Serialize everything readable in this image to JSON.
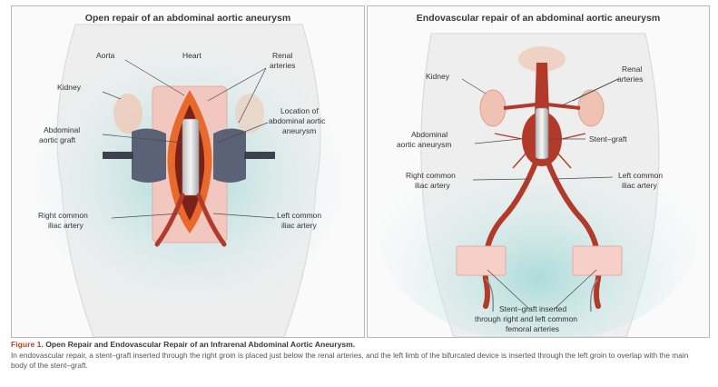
{
  "left_panel": {
    "title": "Open repair of an abdominal aortic aneurysm",
    "labels": {
      "heart": "Heart",
      "aorta": "Aorta",
      "renal_arteries_l1": "Renal",
      "renal_arteries_l2": "arteries",
      "kidney": "Kidney",
      "location_l1": "Location of",
      "location_l2": "abdominal aortic",
      "location_l3": "aneurysm",
      "graft_l1": "Abdominal",
      "graft_l2": "aortic graft",
      "right_iliac_l1": "Right common",
      "right_iliac_l2": "iliac artery",
      "left_iliac_l1": "Left common",
      "left_iliac_l2": "iliac artery"
    }
  },
  "right_panel": {
    "title": "Endovascular repair of an abdominal aortic aneurysm",
    "labels": {
      "kidney": "Kidney",
      "renal_arteries_l1": "Renal",
      "renal_arteries_l2": "arteries",
      "aneurysm_l1": "Abdominal",
      "aneurysm_l2": "aortic aneurysm",
      "stent_graft": "Stent–graft",
      "right_iliac_l1": "Right common",
      "right_iliac_l2": "iliac artery",
      "left_iliac_l1": "Left common",
      "left_iliac_l2": "iliac artery",
      "inserted_l1": "Stent–graft inserted",
      "inserted_l2": "through right and left common",
      "inserted_l3": "femoral arteries"
    }
  },
  "caption": {
    "figure_label": "Figure 1.",
    "title": "Open Repair and Endovascular Repair of an Infrarenal Abdominal Aortic Aneurysm.",
    "body": "In endovascular repair, a stent–graft inserted through the right groin is placed just below the renal arteries, and the left limb of the bifurcated device is inserted through the left groin to overlap with the main body of the stent–graft."
  },
  "colors": {
    "artery": "#b23a2a",
    "incision_orange": "#e9692c",
    "body_wash": "#b7dfe0",
    "skin": "#f2c7bf",
    "caption_accent": "#b2452a"
  }
}
